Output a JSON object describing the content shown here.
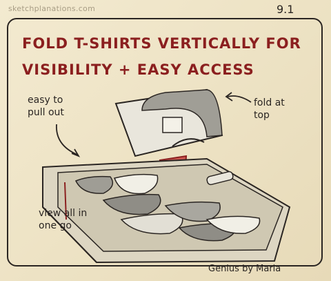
{
  "header": {
    "site": "sketchplanations.com",
    "page_number": "9.1"
  },
  "title": {
    "line1": "Fold T-shirts vertically for",
    "line2": "visibility + easy access"
  },
  "annotations": {
    "pull_out": "easy to pull out",
    "fold_top": "fold at top",
    "view_all": "view all in one go"
  },
  "credit": "Genius by Maria",
  "colors": {
    "title": "#8b1f1f",
    "arrow_red": "#c0282a",
    "ink": "#2a2522",
    "paper": "#efe6c9",
    "shirt_grey": "#8f8d86"
  }
}
